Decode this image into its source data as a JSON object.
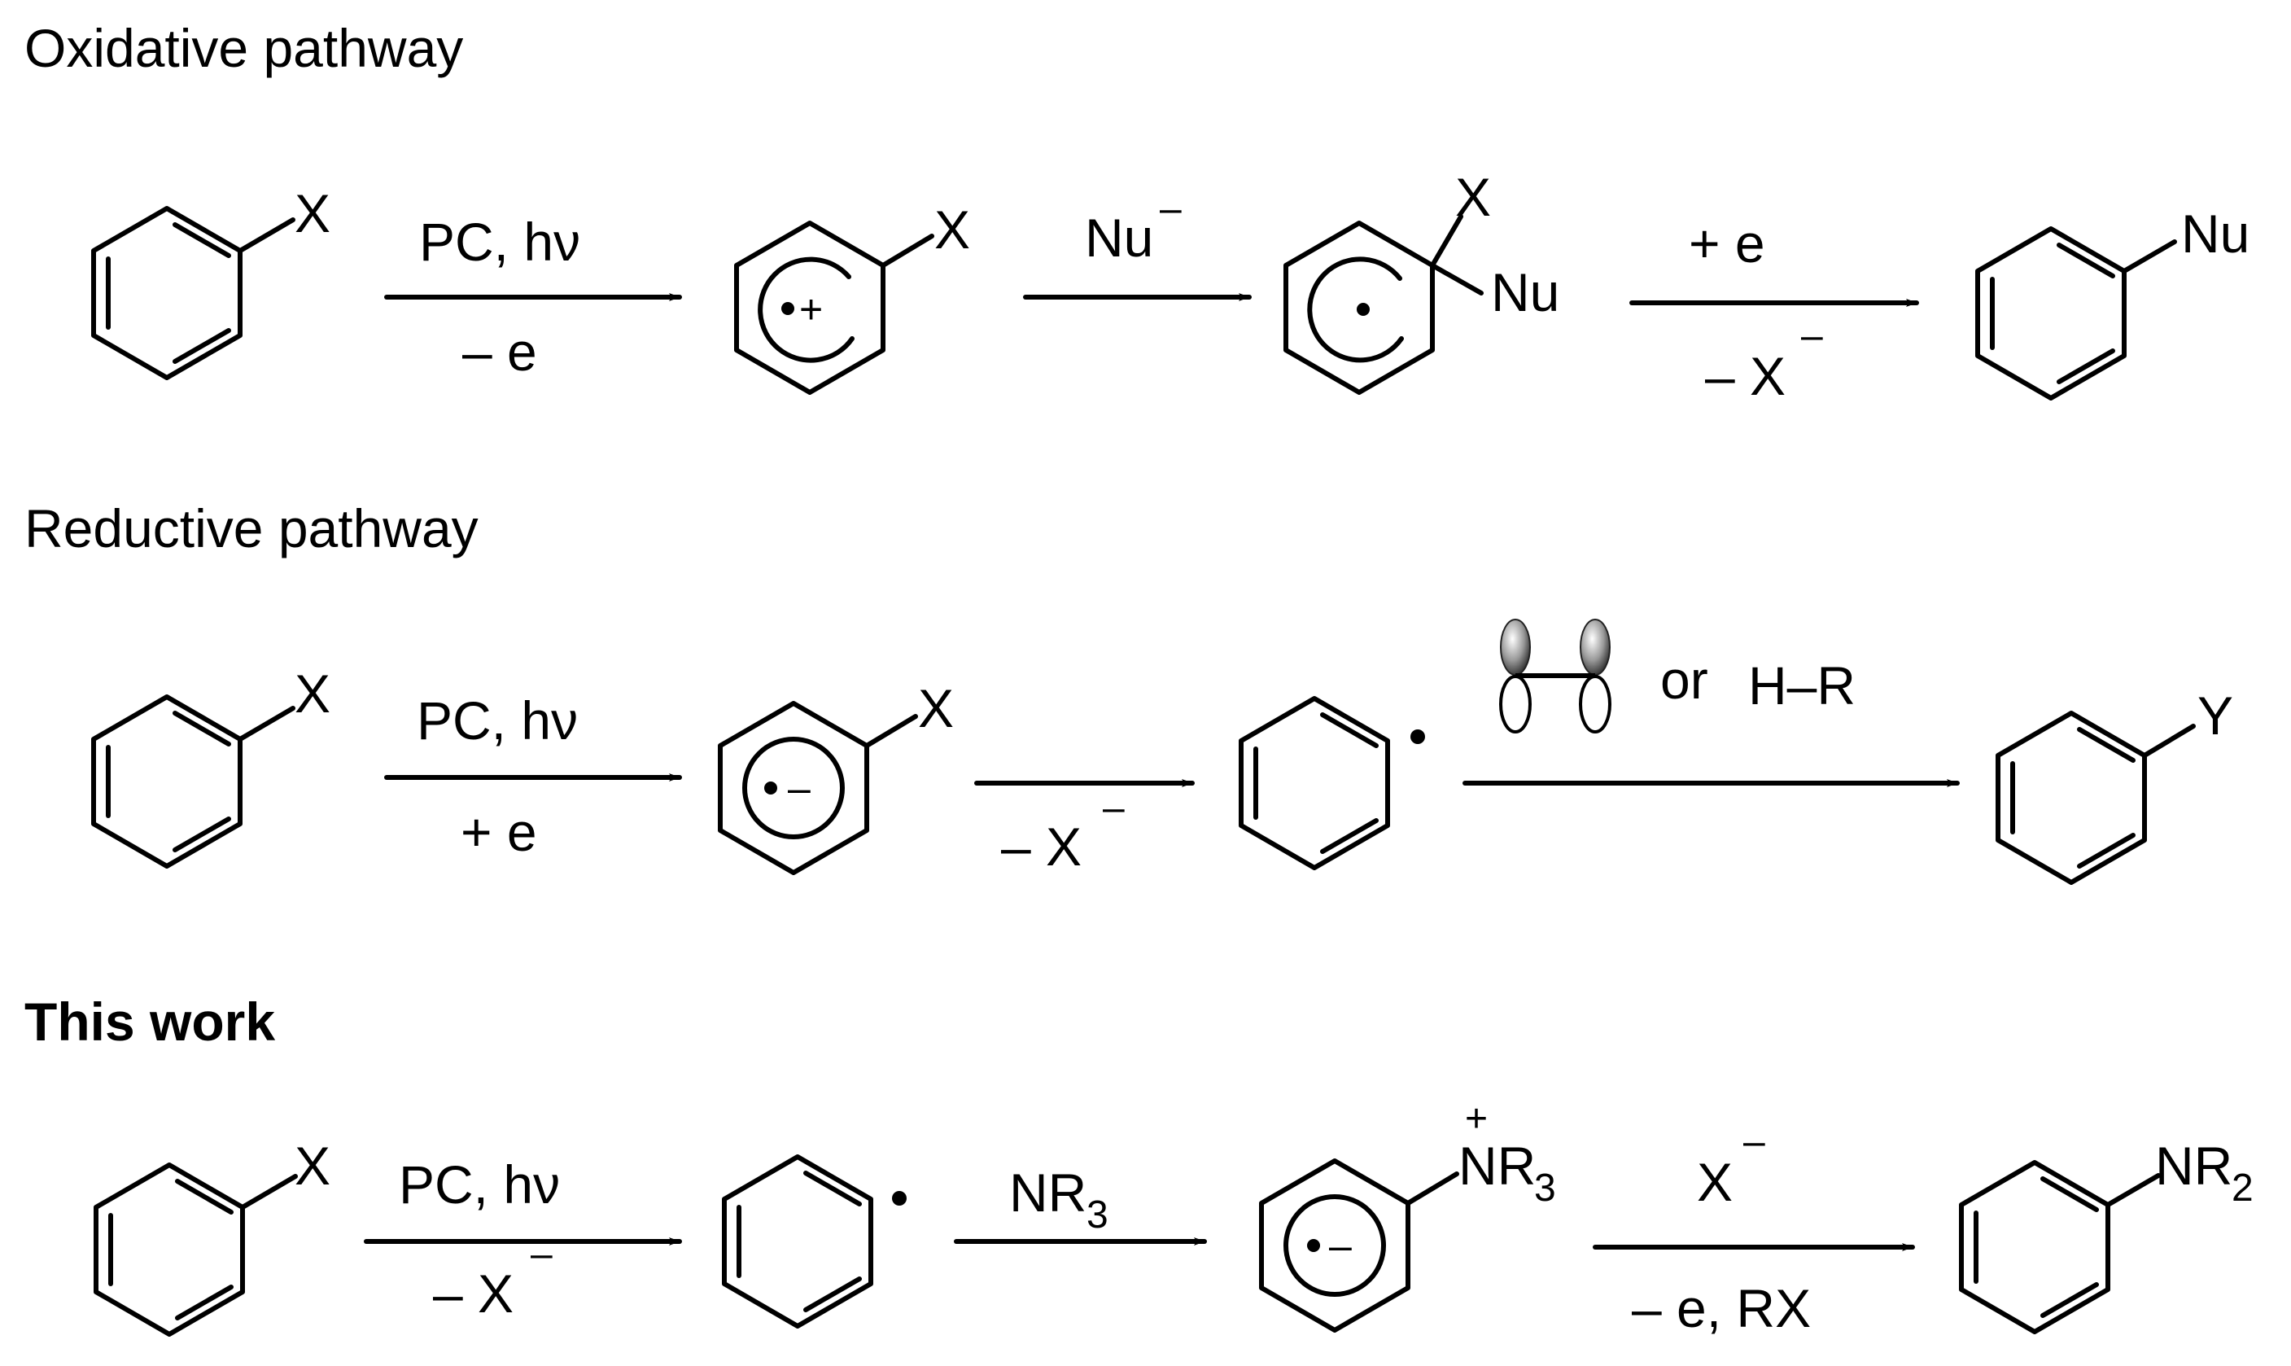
{
  "headers": {
    "oxidative": "Oxidative pathway",
    "reductive": "Reductive pathway",
    "this_work": "This work"
  },
  "atoms": {
    "X": "X",
    "Nu": "Nu",
    "Y": "Y",
    "NR": "NR",
    "n3": "3",
    "n2": "2",
    "plus": "+",
    "minus": "–"
  },
  "oxidative": {
    "arrow1_top": "PC, hν",
    "arrow1_bottom": "– e",
    "arrow2_top": "Nu",
    "arrow3_top": "+ e",
    "arrow3_bottom": "– X"
  },
  "reductive": {
    "arrow1_top": "PC, hν",
    "arrow1_bottom": "+ e",
    "arrow2_bottom": "– X",
    "arrow3_or": "or",
    "arrow3_hr": "H–R"
  },
  "this_work": {
    "arrow1_top": "PC, hν",
    "arrow1_bottom": "– X",
    "arrow2_top": "NR",
    "arrow3_top": "X",
    "arrow3_bottom": "– e, RX"
  }
}
